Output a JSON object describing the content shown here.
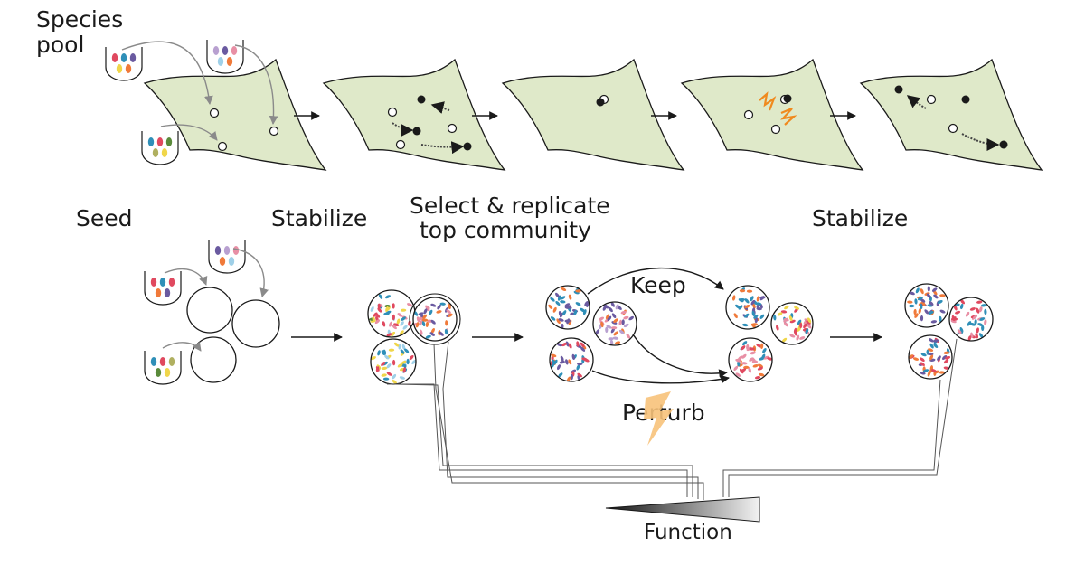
{
  "labels": {
    "species_pool_line1": "Species",
    "species_pool_line2": "pool",
    "seed": "Seed",
    "stabilize_1": "Stabilize",
    "select_line1": "Select & replicate",
    "select_line2": "top community",
    "stabilize_2": "Stabilize",
    "keep": "Keep",
    "perturb": "Perturb",
    "function": "Function"
  },
  "colors": {
    "landscape_fill": "#dfe9c9",
    "outline": "#1a1a1a",
    "seed_arrow": "#8a8a8a",
    "perturb_zigzag": "#f08a1e",
    "lightning": "#f7c27a",
    "species": [
      "#e0495f",
      "#2f8fb8",
      "#6a5aa0",
      "#f0d64a",
      "#f07a3a",
      "#b8a0d0",
      "#e88fa5",
      "#9fd0e8",
      "#5a8a3a",
      "#b0b060"
    ]
  },
  "icons": {
    "tube": "test-tube-icon",
    "lightning": "lightning-bolt-icon",
    "arrow": "right-arrow-icon"
  }
}
